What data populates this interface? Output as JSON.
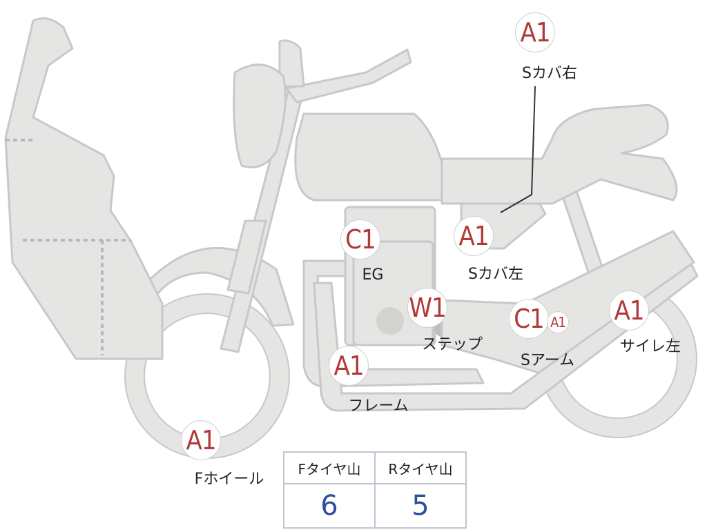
{
  "parts": [
    {
      "id": "s-cover-right",
      "grade": "A1",
      "label": "Sカバ右"
    },
    {
      "id": "engine",
      "grade": "C1",
      "label": "EG"
    },
    {
      "id": "s-cover-left",
      "grade": "A1",
      "label": "Sカバ左"
    },
    {
      "id": "step",
      "grade": "W1",
      "label": "ステップ"
    },
    {
      "id": "swing-arm",
      "grade": "C1",
      "label": "Sアーム"
    },
    {
      "id": "swing-arm-extra",
      "grade": "A1",
      "label": ""
    },
    {
      "id": "silencer-left",
      "grade": "A1",
      "label": "サイレ左"
    },
    {
      "id": "frame",
      "grade": "A1",
      "label": "フレーム"
    },
    {
      "id": "front-wheel",
      "grade": "A1",
      "label": "Fホイール"
    }
  ],
  "tires": {
    "headers": [
      "Fタイヤ山",
      "Rタイヤ山"
    ],
    "values": [
      "6",
      "5"
    ]
  },
  "colors": {
    "marker_text": "#b03a38",
    "table_value": "#2d4fa0",
    "body_fill": "#e5e5e3",
    "body_stroke": "#c7c9c8"
  }
}
